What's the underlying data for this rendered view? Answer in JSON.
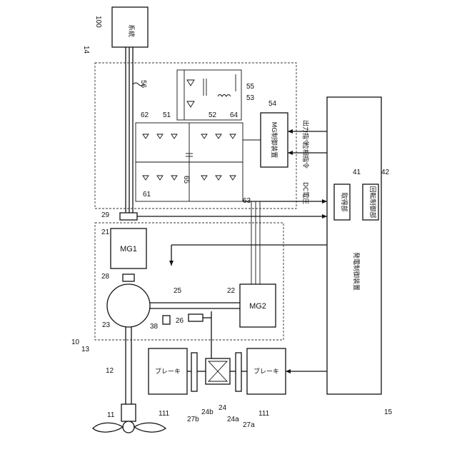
{
  "labels": {
    "grid": "系統",
    "mg_ctrl": "MG制御装置",
    "gen_ctrl": "発電制御装置",
    "acquire": "取得部",
    "rot_ctrl": "回転制御部",
    "output_cmd": "出力指令",
    "position_cmd": "位相指令",
    "dc_voltage": "DC電圧",
    "mg1": "MG1",
    "mg2": "MG2",
    "brake_top": "ブレーキ",
    "brake_bottom": "ブレーキ"
  },
  "refs": {
    "r100": "100",
    "r14": "14",
    "r56": "56",
    "r55": "55",
    "r53": "53",
    "r54": "54",
    "r62": "62",
    "r51": "51",
    "r52": "52",
    "r64": "64",
    "r65": "65",
    "r61": "61",
    "r63": "63",
    "r41": "41",
    "r42": "42",
    "r29": "29",
    "r21": "21",
    "r28": "28",
    "r25": "25",
    "r22": "22",
    "r38": "38",
    "r26": "26",
    "r23": "23",
    "r10": "10",
    "r13": "13",
    "r12": "12",
    "r11": "11",
    "r111a": "111",
    "r111b": "111",
    "r27b": "27b",
    "r24b": "24b",
    "r24": "24",
    "r24a": "24a",
    "r27a": "27a",
    "r15": "15"
  }
}
